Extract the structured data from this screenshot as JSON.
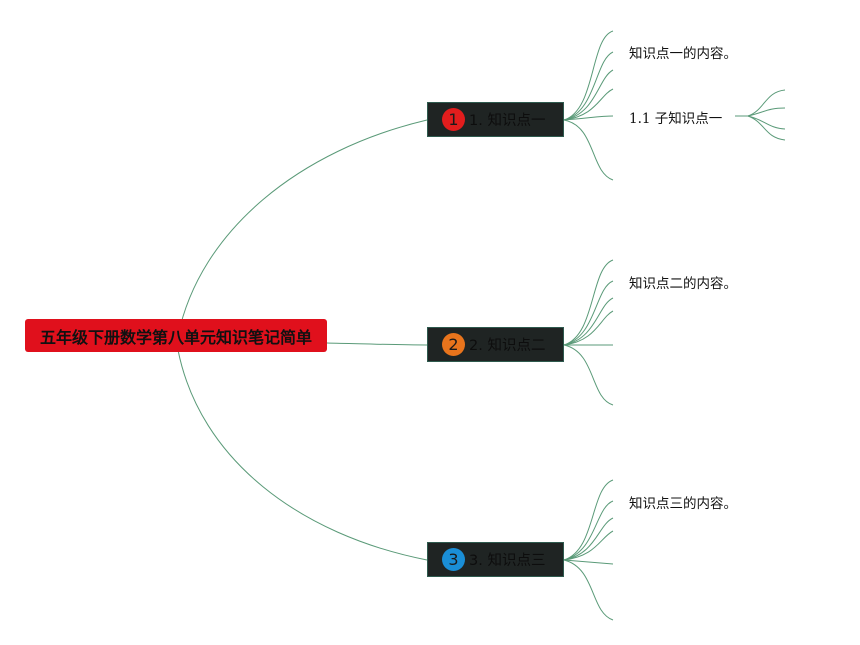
{
  "root": {
    "title": "五年级下册数学第八单元知识笔记简单",
    "color": "#e0101c"
  },
  "branches": [
    {
      "badge": "1",
      "badge_color": "#e21d1d",
      "label": "1. 知识点一",
      "content": "知识点一的内容。",
      "sub": "1.1 子知识点一"
    },
    {
      "badge": "2",
      "badge_color": "#e8741c",
      "label": "2. 知识点二",
      "content": "知识点二的内容。"
    },
    {
      "badge": "3",
      "badge_color": "#1a8ed6",
      "label": "3. 知识点三",
      "content": "知识点三的内容。"
    }
  ],
  "colors": {
    "connector": "#5a9a78",
    "branch_fill": "#1f2423"
  }
}
